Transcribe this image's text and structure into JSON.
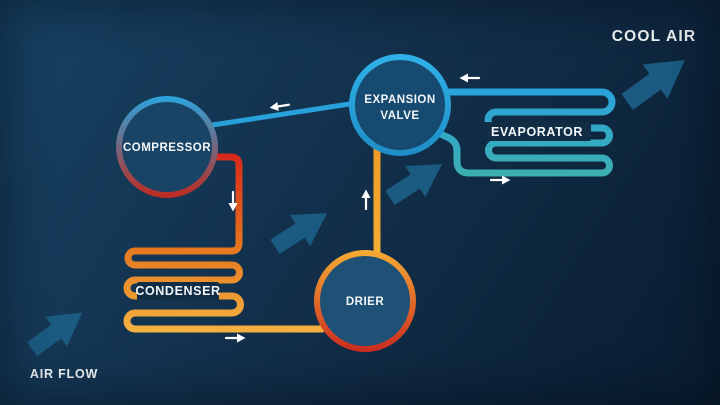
{
  "scene": {
    "cool_air_label": "COOL AIR",
    "air_flow_label": "AIR FLOW"
  },
  "nodes": {
    "compressor": {
      "label": "COMPRESSOR"
    },
    "expansion_valve": {
      "label_line1": "EXPANSION",
      "label_line2": "VALVE"
    },
    "drier": {
      "label": "DRIER"
    }
  },
  "coils": {
    "evaporator": {
      "label": "EVAPORATOR"
    },
    "condenser": {
      "label": "CONDENSER"
    }
  },
  "flow_arrows": [
    {
      "name": "evaporator-to-compressor",
      "direction": "left"
    },
    {
      "name": "evaporator-outlet-top",
      "direction": "left"
    },
    {
      "name": "evaporator-inlet-bottom",
      "direction": "right"
    },
    {
      "name": "compressor-to-condenser",
      "direction": "down"
    },
    {
      "name": "condenser-to-drier",
      "direction": "right"
    },
    {
      "name": "drier-to-expansion-valve",
      "direction": "up"
    }
  ],
  "air_arrows": [
    {
      "name": "airflow-arrow-bottom-left"
    },
    {
      "name": "airflow-arrow-condenser"
    },
    {
      "name": "airflow-arrow-expansion-valve"
    },
    {
      "name": "cool-air-arrow"
    }
  ],
  "colors": {
    "background_start": "#174263",
    "background_mid": "#122f4a",
    "background_end": "#091c30",
    "big_arrow": "#1b5b81",
    "pipe_cold_start": "#29a2dc",
    "pipe_cold_end": "#3cb0b0",
    "suction_line": "#28a1db",
    "pipe_hot_start": "#d6251b",
    "pipe_hot_mid": "#e4731f",
    "pipe_hot_end": "#f5b440",
    "pipe_liquid_start": "#ec9b27",
    "pipe_liquid_end": "#f4ae36",
    "compressor_border_start": "#2ba4de",
    "compressor_border_end": "#bf2a20",
    "valve_border_start": "#30b2e9",
    "valve_border_end": "#1e8dc5",
    "drier_border_start": "#f5ad33",
    "drier_border_end": "#cc2a20",
    "node_fill_compressor": "#1a4466",
    "node_fill_valve": "#164a70",
    "node_fill_drier": "#1f5076",
    "label_box": "#112c45",
    "text": "#f3f6f8",
    "flow_arrow": "#ffffff"
  }
}
